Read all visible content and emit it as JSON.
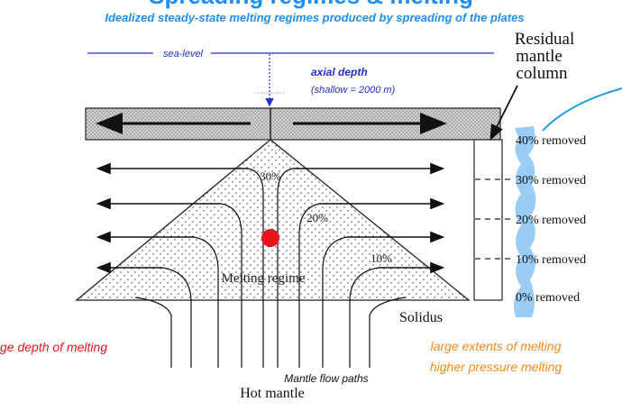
{
  "header": {
    "title_fragment": "Spreading regimes & melting",
    "subtitle": "Idealized steady-state melting regimes produced by spreading of the plates"
  },
  "labels": {
    "sea_level": "sea-level",
    "axial_depth": "axial depth",
    "axial_depth_note": "(shallow = 2000 m)",
    "column_title_1": "Residual",
    "column_title_2": "mantle",
    "column_title_3": "column",
    "pct_30": "30%",
    "pct_20": "20%",
    "pct_10": "10%",
    "melting_regime": "Melting regime",
    "solidus": "Solidus",
    "mantle_flow_paths": "Mantle flow paths",
    "hot_mantle": "Hot mantle",
    "left_note": "ge depth of melting",
    "right_note_1": "large extents of melting",
    "right_note_2": "higher pressure melting"
  },
  "column_scale": [
    "40% removed",
    "30% removed",
    "20% removed",
    "10% removed",
    "0% removed"
  ],
  "colors": {
    "title_blue": "#1e8ff0",
    "annotation_blue": "#1f2fd0",
    "highlight_blue": "#8ec8f5",
    "orange": "#f08a1c",
    "red": "#e8141c",
    "dot_red": "#e8141c"
  }
}
